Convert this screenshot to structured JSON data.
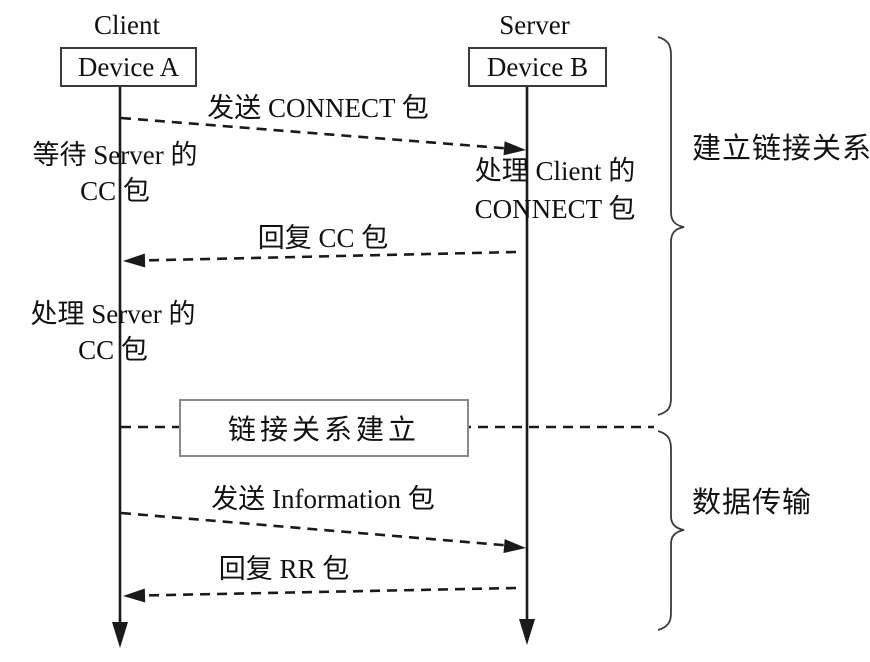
{
  "diagram": {
    "title_semantics": "MTP link setup and data transfer sequence",
    "client": {
      "role": "Client",
      "device": "Device A"
    },
    "server": {
      "role": "Server",
      "device": "Device B"
    },
    "messages": [
      {
        "label": "发送 CONNECT 包",
        "from": "client",
        "to": "server"
      },
      {
        "label": "回复 CC 包",
        "from": "server",
        "to": "client"
      },
      {
        "label": "发送 Information 包",
        "from": "client",
        "to": "server"
      },
      {
        "label": "回复 RR 包",
        "from": "server",
        "to": "client"
      }
    ],
    "notes": [
      {
        "side": "client",
        "lines": [
          "等待 Server 的",
          "CC 包"
        ]
      },
      {
        "side": "server",
        "lines": [
          "处理 Client 的",
          "CONNECT 包"
        ]
      },
      {
        "side": "client",
        "lines": [
          "处理 Server 的",
          "CC 包"
        ]
      }
    ],
    "status_box": "链接关系建立",
    "phases": [
      {
        "label": "建立链接关系"
      },
      {
        "label": "数据传输"
      }
    ],
    "colors": {
      "ink": "#1a1a1a",
      "box_border": "#3a3a3a",
      "status_border": "#8a8a8a",
      "background": "#ffffff"
    }
  }
}
